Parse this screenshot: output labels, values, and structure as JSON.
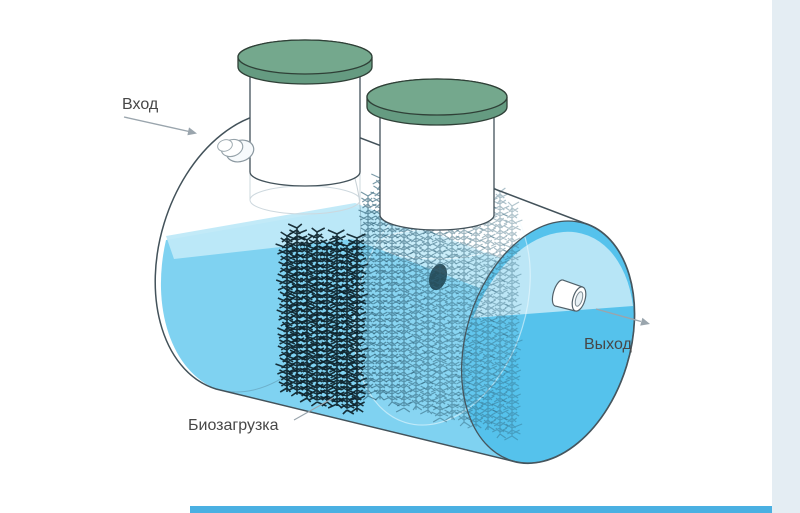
{
  "diagram": {
    "labels": {
      "inlet": "Вход",
      "outlet": "Выход",
      "bio_media": "Биозагрузка"
    },
    "icons": {
      "inlet_arrow": "→",
      "outlet_arrow": "→"
    },
    "colors": {
      "background": "#ffffff",
      "outline": "#43525a",
      "lid_side_green": "#659b81",
      "lid_top_green": "#74a88d",
      "water_body": "#7fd2f1",
      "water_surface_band": "#bfe9f8",
      "water_end_face": "#55c2ec",
      "water_end_face_light": "#b7e5f6",
      "brush_front": "#0c2129",
      "brush_rear": "#2f6177",
      "label_text": "#474747",
      "arrow_gray": "#9aa5ad",
      "page_right_strip": "#e4edf3",
      "page_bottom_bar": "#4ab0e2"
    }
  }
}
